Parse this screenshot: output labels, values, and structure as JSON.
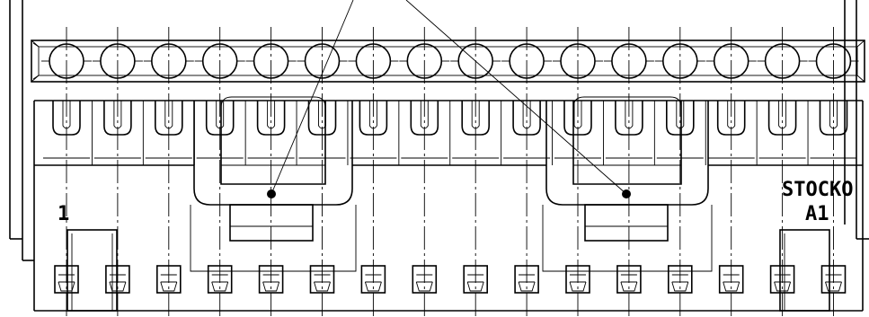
{
  "drawing": {
    "pin_count": 16,
    "pin_one_label": "1",
    "manufacturer_label": "STOCKO",
    "part_label": "A1",
    "line_color": "#000000",
    "background_color": "#ffffff",
    "latch_count": 2
  }
}
